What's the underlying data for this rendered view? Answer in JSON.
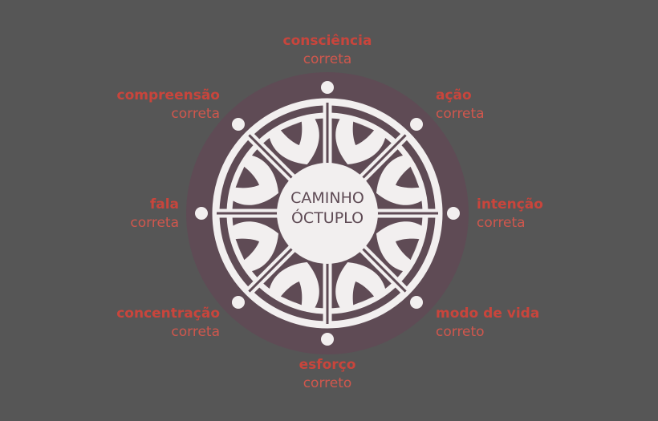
{
  "colors": {
    "background": "#565656",
    "wheel": "#5f4b55",
    "light": "#f2efef",
    "accent": "#c9453c",
    "accent_sub": "#d0574d"
  },
  "center": {
    "line1": "CAMINHO",
    "line2": "ÓCTUPLO"
  },
  "labels": {
    "top": {
      "main": "consciência",
      "sub": "correta"
    },
    "top_right": {
      "main": "ação",
      "sub": "correta"
    },
    "right": {
      "main": "intenção",
      "sub": "correta"
    },
    "bottom_right": {
      "main": "modo de vida",
      "sub": "correto"
    },
    "bottom": {
      "main": "esforço",
      "sub": "correto"
    },
    "bottom_left": {
      "main": "concentração",
      "sub": "correta"
    },
    "left": {
      "main": "fala",
      "sub": "correta"
    },
    "top_left": {
      "main": "compreensão",
      "sub": "correta"
    }
  }
}
